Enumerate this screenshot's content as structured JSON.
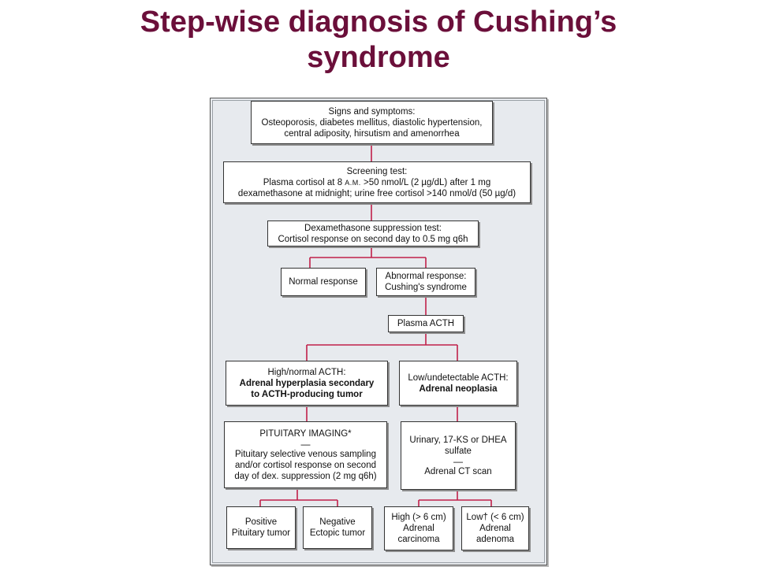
{
  "title": {
    "line1": "Step-wise diagnosis of Cushing’s",
    "line2": "syndrome"
  },
  "flowchart": {
    "signs": {
      "heading": "Signs and symptoms:",
      "line1": "Osteoporosis, diabetes mellitus, diastolic hypertension,",
      "line2": "central adiposity, hirsutism and amenorrhea"
    },
    "screening": {
      "heading": "Screening test:",
      "line1a": "Plasma cortisol at 8 ",
      "line1b": "A.M.",
      "line1c": " >50 nmol/L (2 µg/dL) after 1 mg",
      "line2": "dexamethasone at midnight; urine free cortisol >140 nmol/d (50 µg/d)"
    },
    "dex": {
      "heading": "Dexamethasone suppression test:",
      "line1": "Cortisol response on second day to 0.5 mg q6h"
    },
    "normal": {
      "label": "Normal response"
    },
    "abnormal": {
      "line1": "Abnormal response:",
      "line2": "Cushing's syndrome"
    },
    "acth": {
      "label": "Plasma ACTH"
    },
    "high_acth": {
      "heading": "High/normal ACTH:",
      "line1": "Adrenal hyperplasia secondary",
      "line2": "to ACTH-producing tumor"
    },
    "low_acth": {
      "heading": "Low/undetectable ACTH:",
      "line1": "Adrenal neoplasia"
    },
    "pituitary": {
      "heading": "PITUITARY IMAGING*",
      "sep": "—",
      "line1": "Pituitary selective venous sampling",
      "line2": "and/or cortisol response on second",
      "line3": "day of dex. suppression (2 mg q6h)"
    },
    "urinary": {
      "line1": "Urinary, 17-KS or DHEA",
      "line2": "sulfate",
      "sep": "—",
      "line3": "Adrenal CT scan"
    },
    "positive": {
      "line1": "Positive",
      "line2": "Pituitary tumor"
    },
    "negative": {
      "line1": "Negative",
      "line2": "Ectopic tumor"
    },
    "high": {
      "line1": "High (> 6 cm)",
      "line2": "Adrenal",
      "line3": "carcinoma"
    },
    "low": {
      "line1": "Low† (< 6 cm)",
      "line2": "Adrenal",
      "line3": "adenoma"
    }
  },
  "colors": {
    "title": "#6b0f3a",
    "connector": "#c0204a",
    "panel": "#e7eaee"
  }
}
